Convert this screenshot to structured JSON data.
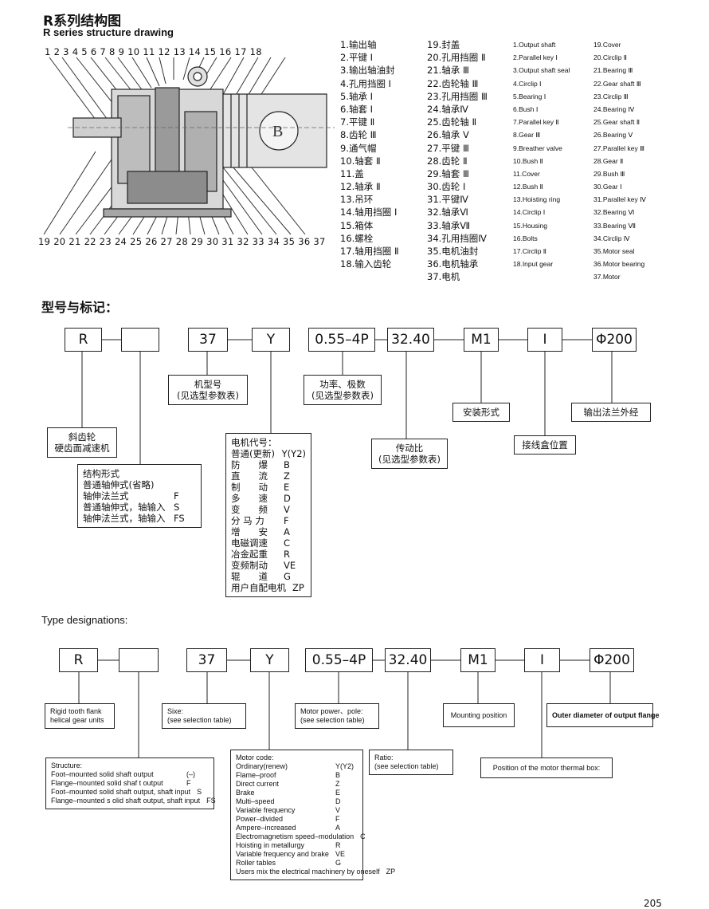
{
  "header": {
    "title_cn": "R系列结构图",
    "title_en": "R series structure drawing"
  },
  "drawing": {
    "top_numbers": "1  2  3  4  5  6  7  8  9 10 11 12 13 14 15 16 17 18",
    "bottom_numbers": "19  20  21 22 23 24 25 26 27 28 29 30 31 32 33 34 35 36 37"
  },
  "parts_cn_col1": [
    "1.输出轴",
    "2.平键 Ⅰ",
    "3.输出轴油封",
    "4.孔用挡圈 Ⅰ",
    "5.轴承 Ⅰ",
    "6.轴套 Ⅰ",
    "7.平键 Ⅱ",
    "8.齿轮 Ⅲ",
    "9.通气帽",
    "10.轴套 Ⅱ",
    "11.盖",
    "12.轴承 Ⅱ",
    "13.吊环",
    "14.轴用挡圈 Ⅰ",
    "15.箱体",
    "16.螺栓",
    "17.轴用挡圈 Ⅱ",
    "18.输入齿轮"
  ],
  "parts_cn_col2": [
    "19.封盖",
    "20.孔用挡圈 Ⅱ",
    "21.轴承 Ⅲ",
    "22.齿轮轴 Ⅲ",
    "23.孔用挡圈 Ⅲ",
    "24.轴承Ⅳ",
    "25.齿轮轴 Ⅱ",
    "26.轴承 Ⅴ",
    "27.平键 Ⅲ",
    "28.齿轮 Ⅱ",
    "29.轴套 Ⅲ",
    "30.齿轮 Ⅰ",
    "31.平键Ⅳ",
    "32.轴承Ⅵ",
    "33.轴承Ⅶ",
    "34.孔用挡圈Ⅳ",
    "35.电机油封",
    "36.电机轴承",
    "37.电机"
  ],
  "parts_en_col1": [
    "1.Output shaft",
    "2.Parallel key Ⅰ",
    "3.Output shaft seal",
    "4.Circlip Ⅰ",
    "5.Bearing Ⅰ",
    "6.Bush Ⅰ",
    "7.Parallel key Ⅱ",
    "8.Gear Ⅲ",
    "9.Breather valve",
    "10.Bush Ⅱ",
    "11.Cover",
    "12.Bush Ⅱ",
    "13.Hoisting ring",
    "14.Circlip Ⅰ",
    "15.Housing",
    "16.Bolts",
    "17.Circlip Ⅱ",
    "18.Input gear"
  ],
  "parts_en_col2": [
    "19.Cover",
    "20.Circlip Ⅱ",
    "21.Bearing Ⅲ",
    "22.Gear shaft Ⅲ",
    "23.Circlip Ⅲ",
    "24.Bearing Ⅳ",
    "25.Gear shaft Ⅱ",
    "26.Bearing Ⅴ",
    "27.Parallel key Ⅲ",
    "28.Gear Ⅱ",
    "29.Bush Ⅲ",
    "30.Gear Ⅰ",
    "31.Parallel key Ⅳ",
    "32.Bearing Ⅵ",
    "33.Bearing Ⅶ",
    "34.Circlip Ⅳ",
    "35.Motor seal",
    "36.Motor bearing",
    "37.Motor"
  ],
  "designation_cn": {
    "section_title": "型号与标记：",
    "codes": {
      "r": "R",
      "blank": "",
      "size": "37",
      "motor": "Y",
      "power": "0.55–4P",
      "ratio": "32.40",
      "mount": "M1",
      "box": "Ⅰ",
      "flange": "Φ200"
    },
    "size_label": [
      "机型号",
      "(见选型参数表)"
    ],
    "power_label": [
      "功率、极数",
      "(见选型参数表)"
    ],
    "mount_label": "安装形式",
    "flange_label": "输出法兰外经",
    "gear_label": [
      "斜齿轮",
      "硬齿面减速机"
    ],
    "ratio_label": [
      "传动比",
      "(见选型参数表)"
    ],
    "box_label": "接线盒位置",
    "structure_title": "结构形式",
    "structure_rows": [
      [
        "普通轴伸式(省略)",
        ""
      ],
      [
        "轴伸法兰式",
        "F"
      ],
      [
        "普通轴伸式，轴输入",
        "S"
      ],
      [
        "轴伸法兰式，轴输入",
        "FS"
      ]
    ],
    "motor_title": "电机代号：",
    "motor_rows": [
      [
        "普通(更新)",
        "Y(Y2)"
      ],
      [
        "防　　爆",
        "B"
      ],
      [
        "直　　流",
        "Z"
      ],
      [
        "制　　动",
        "E"
      ],
      [
        "多　　速",
        "D"
      ],
      [
        "变　　频",
        "V"
      ],
      [
        "分 马 力",
        "F"
      ],
      [
        "增　　安",
        "A"
      ],
      [
        "电磁调速",
        "C"
      ],
      [
        "冶金起重",
        "R"
      ],
      [
        "变频制动",
        "VE"
      ],
      [
        "辊　　道",
        "G"
      ],
      [
        "用户自配电机",
        "ZP"
      ]
    ]
  },
  "designation_en": {
    "section_title": "Type designations:",
    "codes": {
      "r": "R",
      "blank": "",
      "size": "37",
      "motor": "Y",
      "power": "0.55–4P",
      "ratio": "32.40",
      "mount": "M1",
      "box": "Ⅰ",
      "flange": "Φ200"
    },
    "gear_label": [
      "Rigid tooth flank",
      "helical gear units"
    ],
    "size_label": [
      "Sixe:",
      "(see selection table)"
    ],
    "power_label": [
      "Motor power、pole:",
      "(see selection table)"
    ],
    "mount_label": "Mounting position",
    "flange_label": "Outer diameter of output flange",
    "ratio_label": [
      "Ratio:",
      "(see selection table)"
    ],
    "box_label": "Position of the motor thermal box:",
    "structure_title": "Structure:",
    "structure_rows": [
      [
        "Foot–mounted solid shaft output",
        "(–)"
      ],
      [
        "Flange–mounted solid shaf t output",
        "F"
      ],
      [
        "Foot–mounted solid shaft output, shaft input",
        "S"
      ],
      [
        "Flange–mounted s olid shaft output, shaft input",
        "FS"
      ]
    ],
    "motor_title": "Motor code:",
    "motor_rows": [
      [
        "Ordinary(renew)",
        "Y(Y2)"
      ],
      [
        "Flame–proof",
        "B"
      ],
      [
        "Direct current",
        "Z"
      ],
      [
        "Brake",
        "E"
      ],
      [
        "Multi–speed",
        "D"
      ],
      [
        "Variable frequency",
        "V"
      ],
      [
        "Power–divided",
        "F"
      ],
      [
        "Ampere–increased",
        "A"
      ],
      [
        "Electromagnetism speed–modulation",
        "C"
      ],
      [
        "Hoisting in metallurgy",
        "R"
      ],
      [
        "Variable frequency and brake",
        "VE"
      ],
      [
        "Roller tables",
        "G"
      ],
      [
        "Users mix the electrical machinery by oneself",
        "ZP"
      ]
    ]
  },
  "page_number": "205"
}
